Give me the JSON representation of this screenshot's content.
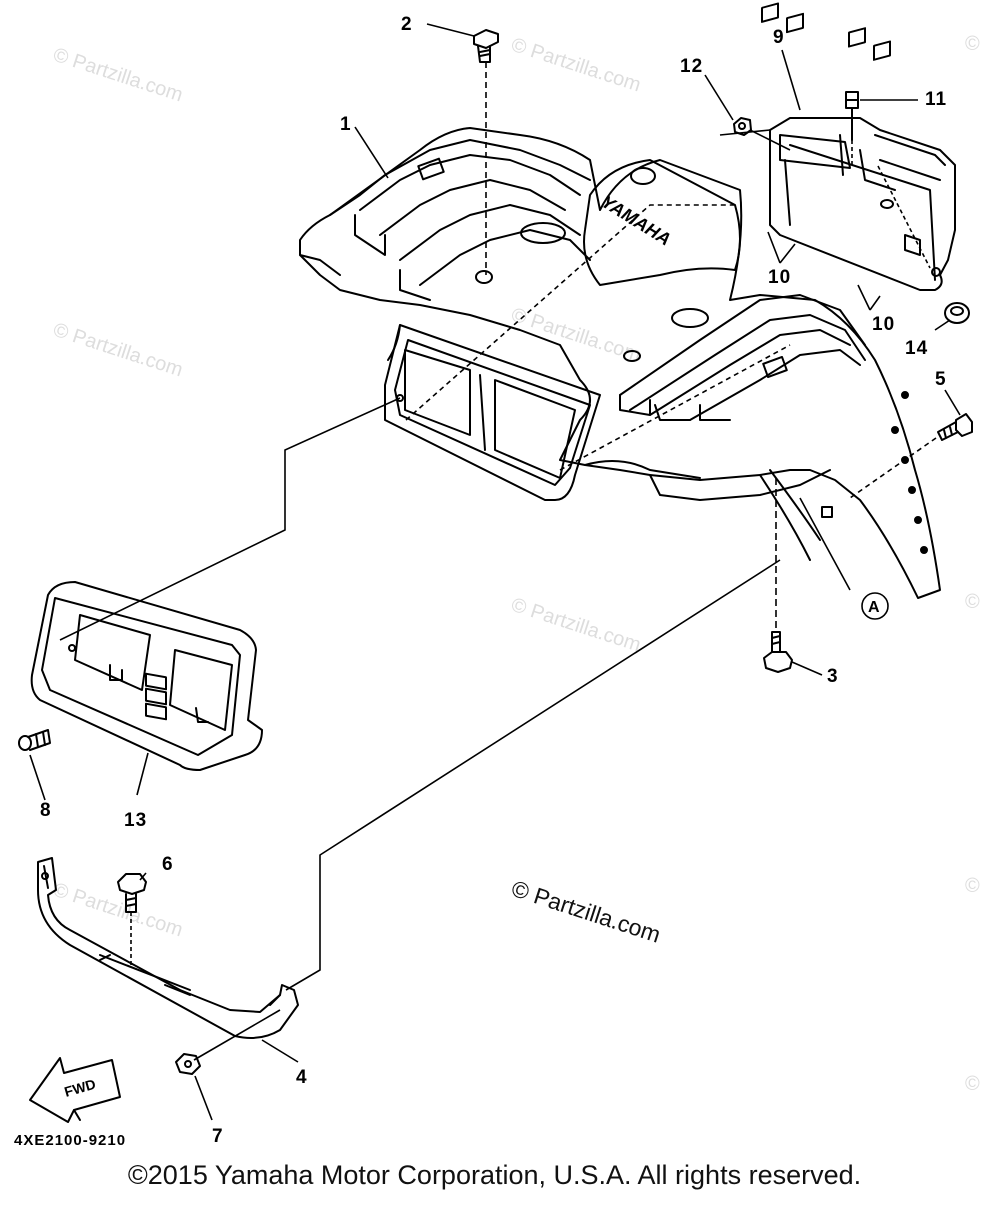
{
  "diagram": {
    "callouts": {
      "c1": "1",
      "c2": "2",
      "c3": "3",
      "c4": "4",
      "c5": "5",
      "c6": "6",
      "c7": "7",
      "c8": "8",
      "c9": "9",
      "c10a": "10",
      "c10b": "10",
      "c11": "11",
      "c12": "12",
      "c13": "13",
      "c14": "14",
      "cA": "A"
    },
    "tank_brand": "YAMAHA",
    "fwd_label": "FWD",
    "part_code": "4XE2100-9210",
    "watermark_text": "© Partzilla.com",
    "center_watermark": "© Partzilla.com",
    "copyright": "©2015  Yamaha Motor Corporation, U.S.A. All rights reserved."
  }
}
